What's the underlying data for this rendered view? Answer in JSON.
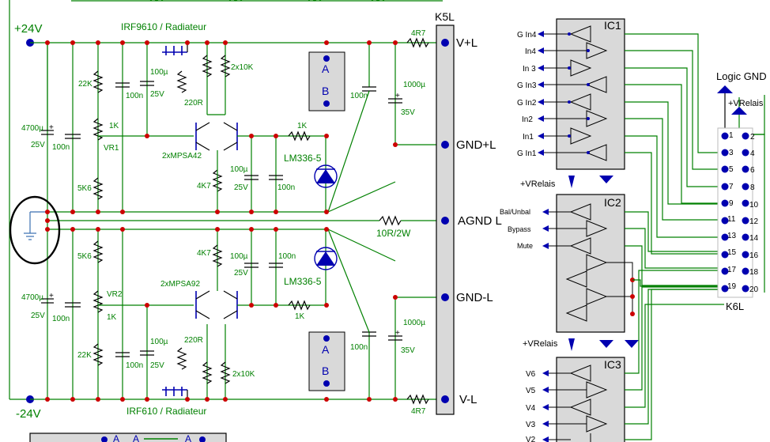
{
  "supply": {
    "pos": "+24V",
    "neg": "-24V"
  },
  "connector": {
    "name": "K5L",
    "pins": [
      "V+L",
      "GND+L",
      "AGND L",
      "GND-L",
      "V-L"
    ]
  },
  "top_stage": {
    "mosfet_label": "IRF9610 / Radiateur",
    "transistors": "2xMPSA42",
    "cap_main_value": "4700µ",
    "cap_main_volt": "25V",
    "decoupling": "100n",
    "pot_name": "VR1",
    "pot_value": "1K",
    "r_22k": "22K",
    "r_5k6": "5K6",
    "r_220": "220R",
    "r_2x10k": "2x10K",
    "r_4k7": "4K7",
    "r_1k": "1K",
    "cap_100u": "100µ",
    "cap_25v": "25V",
    "cap_100n_a": "100n",
    "cap_100n_b": "100n",
    "cap_100u_b": "100µ",
    "cap_25v_b": "25V",
    "ref": "LM336-5",
    "series_r": "4R7",
    "out_cap_100n": "100n",
    "out_cap_1000u": "1000µ",
    "out_cap_35v": "35V",
    "jumper_a": "A",
    "jumper_b": "B"
  },
  "bottom_stage": {
    "mosfet_label": "IRF610 / Radiateur",
    "transistors": "2xMPSA92",
    "cap_main_value": "4700µ",
    "cap_main_volt": "25V",
    "decoupling": "100n",
    "pot_name": "VR2",
    "pot_value": "1K",
    "r_22k": "22K",
    "r_5k6": "5K6",
    "r_220": "220R",
    "r_2x10k": "2x10K",
    "r_4k7": "4K7",
    "r_1k": "1K",
    "cap_100u": "100µ",
    "cap_25v": "25V",
    "cap_100n_a": "100n",
    "cap_100n_b": "100n",
    "cap_100u_b": "100µ",
    "cap_25v_b": "25V",
    "ref": "LM336-5",
    "series_r": "4R7",
    "out_cap_100n": "100n",
    "out_cap_1000u": "1000µ",
    "out_cap_35v": "35V",
    "jumper_a": "A",
    "jumper_b": "B"
  },
  "agnd_resistor": "10R/2W",
  "ic1": {
    "name": "IC1",
    "inputs": [
      "G In4",
      "In4",
      "In 3",
      "G In3",
      "G In2",
      "In2",
      "In1",
      "G In1"
    ]
  },
  "ic2": {
    "name": "IC2",
    "inputs": [
      "Bal/Unbal",
      "Bypass",
      "Mute"
    ],
    "supply": "+VRelais"
  },
  "ic3": {
    "name": "IC3",
    "inputs": [
      "V6",
      "V5",
      "V4",
      "V3",
      "V2"
    ],
    "supply": "+VRelais"
  },
  "k6l": {
    "name": "K6L",
    "title": "Logic GND",
    "supply": "+VRelais",
    "pins_left": [
      "1",
      "3",
      "5",
      "7",
      "9",
      "11",
      "13",
      "15",
      "17",
      "19"
    ],
    "pins_right": [
      "2",
      "4",
      "6",
      "8",
      "10",
      "12",
      "14",
      "16",
      "18",
      "20"
    ]
  },
  "bottom_strip": {
    "a1": "A",
    "a2": "A",
    "a3": "A"
  },
  "colors": {
    "wire": "#008000",
    "text": "#008000",
    "node": "#cc0000",
    "pin": "#0000b0",
    "part_fill": "#d9d9d9"
  }
}
